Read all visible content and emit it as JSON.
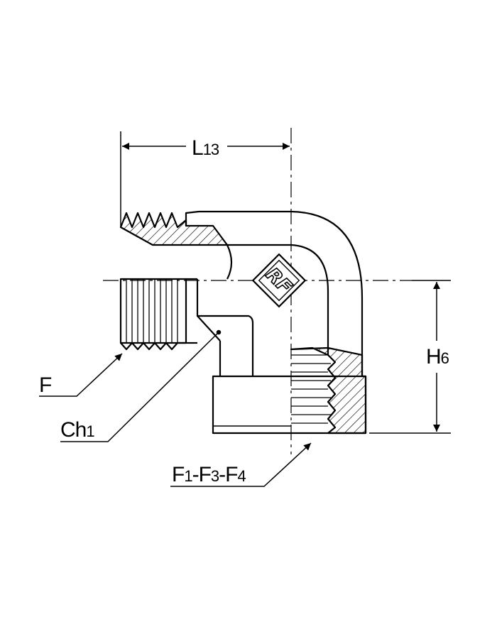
{
  "labels": {
    "l13_main": "L",
    "l13_sub": "13",
    "h6_main": "H",
    "h6_sub": "6",
    "f": "F",
    "ch1_main": "Ch",
    "ch1_sub": "1",
    "f_combo_1_main": "F",
    "f_combo_1_sub": "1",
    "f_combo_dash1": "-",
    "f_combo_3_main": "F",
    "f_combo_3_sub": "3",
    "f_combo_dash2": "-",
    "f_combo_4_main": "F",
    "f_combo_4_sub": "4"
  },
  "logo": {
    "text": "RF"
  },
  "colors": {
    "ink": "#000000",
    "paper": "#ffffff"
  }
}
